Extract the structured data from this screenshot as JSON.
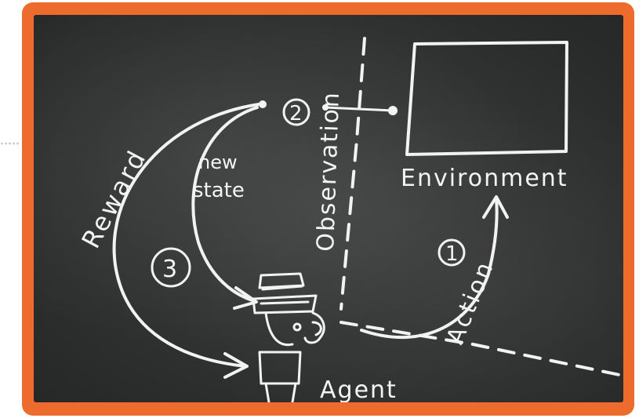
{
  "diagram": {
    "labels": {
      "environment": "Environment",
      "agent": "Agent",
      "observation": "Observation",
      "reward": "Reward",
      "new_state": [
        "new",
        "state"
      ],
      "action": "Action"
    },
    "steps": [
      "1",
      "2",
      "3"
    ]
  },
  "colors": {
    "frame": "#ec6b2d",
    "board": "#353636",
    "chalk": "#f2f2f2"
  }
}
